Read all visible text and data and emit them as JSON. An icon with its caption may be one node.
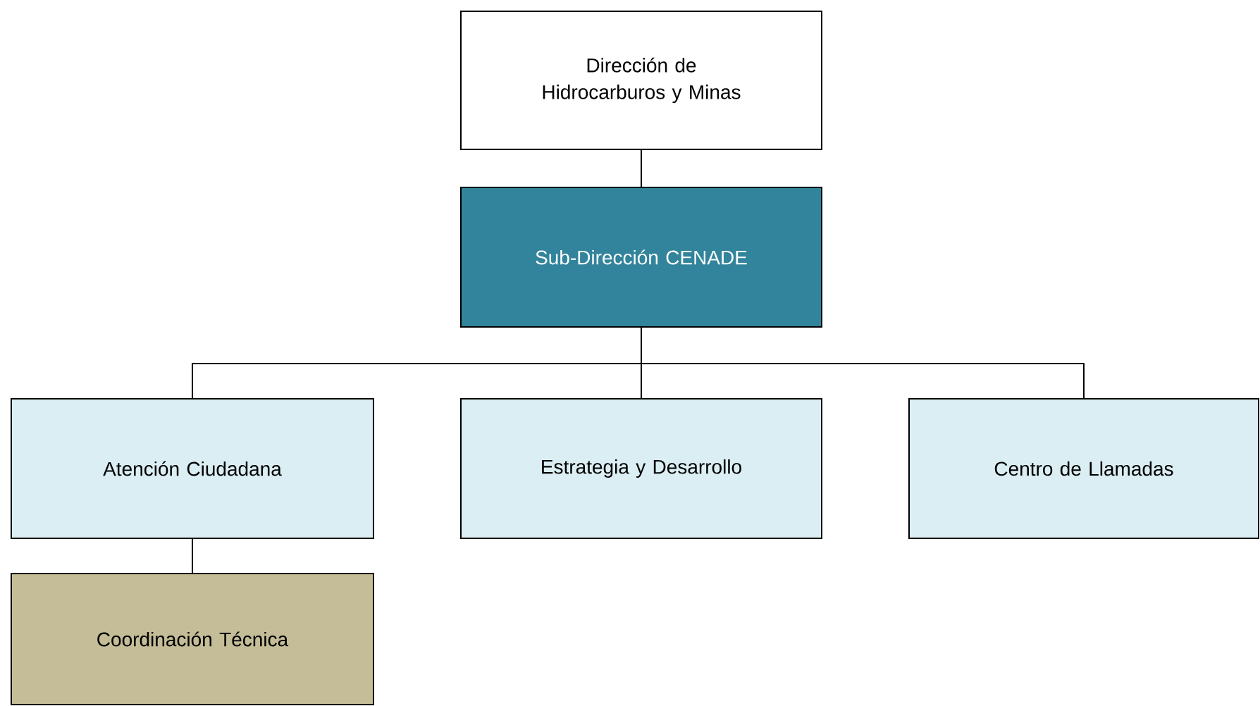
{
  "diagram": {
    "nodes": [
      {
        "text": [
          "Dirección de Hidrocarburos y Minas"
        ]
      },
      {
        "text": [
          "Sub-Dirección CENADE"
        ]
      },
      {
        "text": [
          "Atención Ciudadana"
        ]
      },
      {
        "text": [
          "Estrategia y Desarrollo"
        ]
      },
      {
        "text": [
          "Centro de Llamadas"
        ]
      },
      {
        "text": [
          "Coordinación Técnica"
        ]
      }
    ],
    "edges": [
      {
        "from": 0,
        "to": 1,
        "arrow": "none"
      },
      {
        "from": 1,
        "to": 2,
        "arrow": "none"
      },
      {
        "from": 1,
        "to": 3,
        "arrow": "none"
      },
      {
        "from": 1,
        "to": 4,
        "arrow": "none"
      },
      {
        "from": 2,
        "to": 5,
        "arrow": "none"
      }
    ]
  }
}
